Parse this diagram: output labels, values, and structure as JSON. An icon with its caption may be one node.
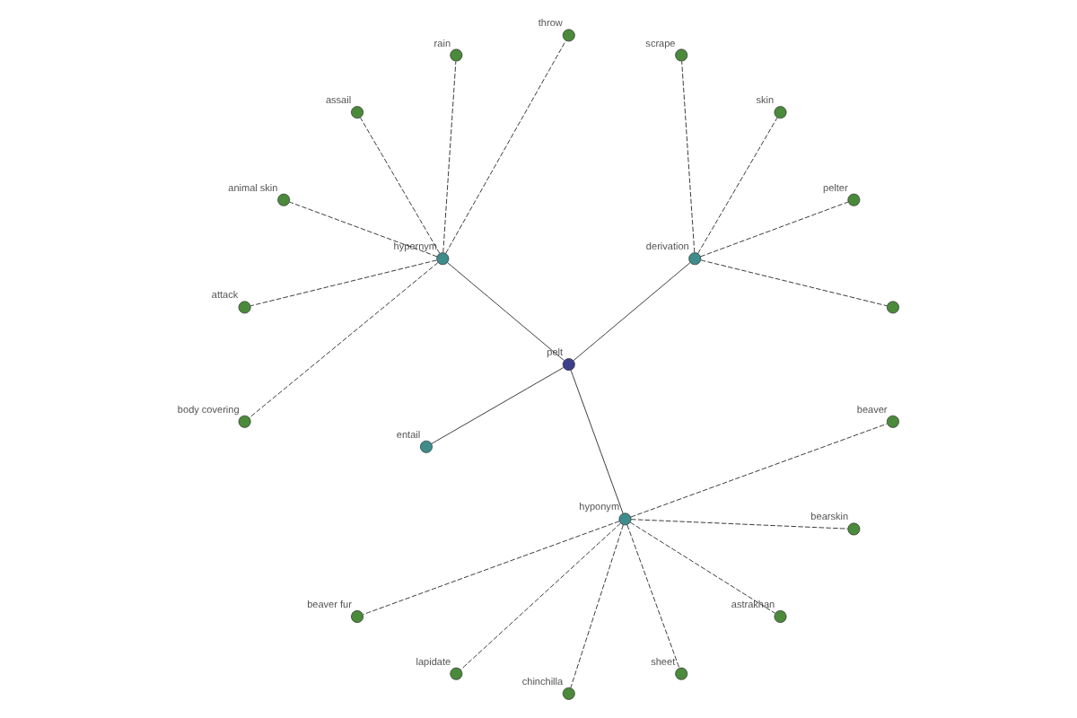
{
  "diagram": {
    "nodes": [
      {
        "text": [],
        "shape": "circle"
      },
      {
        "text": [
          "pelter"
        ]
      },
      {
        "text": [
          "skin"
        ]
      },
      {
        "text": [
          "derivation"
        ]
      },
      {
        "text": [
          "scrape"
        ]
      },
      {
        "text": [
          "throw"
        ]
      },
      {
        "text": [
          "rain"
        ]
      },
      {
        "text": [
          "assail"
        ]
      },
      {
        "text": [
          "animal skin"
        ]
      },
      {
        "text": [
          "hypernym"
        ]
      },
      {
        "text": [
          "attack"
        ]
      },
      {
        "text": [
          "body covering"
        ]
      },
      {
        "text": [
          "entail"
        ]
      },
      {
        "text": [
          "pelt"
        ]
      },
      {
        "text": [
          "beaver fur"
        ]
      },
      {
        "text": [
          "hyponym"
        ]
      },
      {
        "text": [
          "lapidate"
        ]
      },
      {
        "text": [
          "chinchilla"
        ]
      },
      {
        "text": [
          "sheet"
        ]
      },
      {
        "text": [
          "astrakhan"
        ]
      },
      {
        "text": [
          "bearskin"
        ]
      },
      {
        "text": [
          "beaver"
        ]
      }
    ],
    "edges": [
      {
        "from": 13,
        "to": 9,
        "arrow": "none"
      },
      {
        "from": 13,
        "to": 3,
        "arrow": "none"
      },
      {
        "from": 13,
        "to": 12,
        "arrow": "none"
      },
      {
        "from": 13,
        "to": 15,
        "arrow": "none"
      },
      {
        "from": 3,
        "to": 0,
        "arrow": "none",
        "style": "dashed"
      },
      {
        "from": 3,
        "to": 1,
        "arrow": "none",
        "style": "dashed"
      },
      {
        "from": 3,
        "to": 2,
        "arrow": "none",
        "style": "dashed"
      },
      {
        "from": 3,
        "to": 4,
        "arrow": "none",
        "style": "dashed"
      },
      {
        "from": 9,
        "to": 5,
        "arrow": "none",
        "style": "dashed"
      },
      {
        "from": 9,
        "to": 6,
        "arrow": "none",
        "style": "dashed"
      },
      {
        "from": 9,
        "to": 7,
        "arrow": "none",
        "style": "dashed"
      },
      {
        "from": 9,
        "to": 8,
        "arrow": "none",
        "style": "dashed"
      },
      {
        "from": 9,
        "to": 10,
        "arrow": "none",
        "style": "dashed"
      },
      {
        "from": 9,
        "to": 11,
        "arrow": "none",
        "style": "dashed"
      },
      {
        "from": 15,
        "to": 14,
        "arrow": "none",
        "style": "dashed"
      },
      {
        "from": 15,
        "to": 16,
        "arrow": "none",
        "style": "dashed"
      },
      {
        "from": 15,
        "to": 17,
        "arrow": "none",
        "style": "dashed"
      },
      {
        "from": 15,
        "to": 18,
        "arrow": "none",
        "style": "dashed"
      },
      {
        "from": 15,
        "to": 19,
        "arrow": "none",
        "style": "dashed"
      },
      {
        "from": 15,
        "to": 20,
        "arrow": "none",
        "style": "dashed"
      },
      {
        "from": 15,
        "to": 21,
        "arrow": "none",
        "style": "dashed"
      }
    ]
  }
}
